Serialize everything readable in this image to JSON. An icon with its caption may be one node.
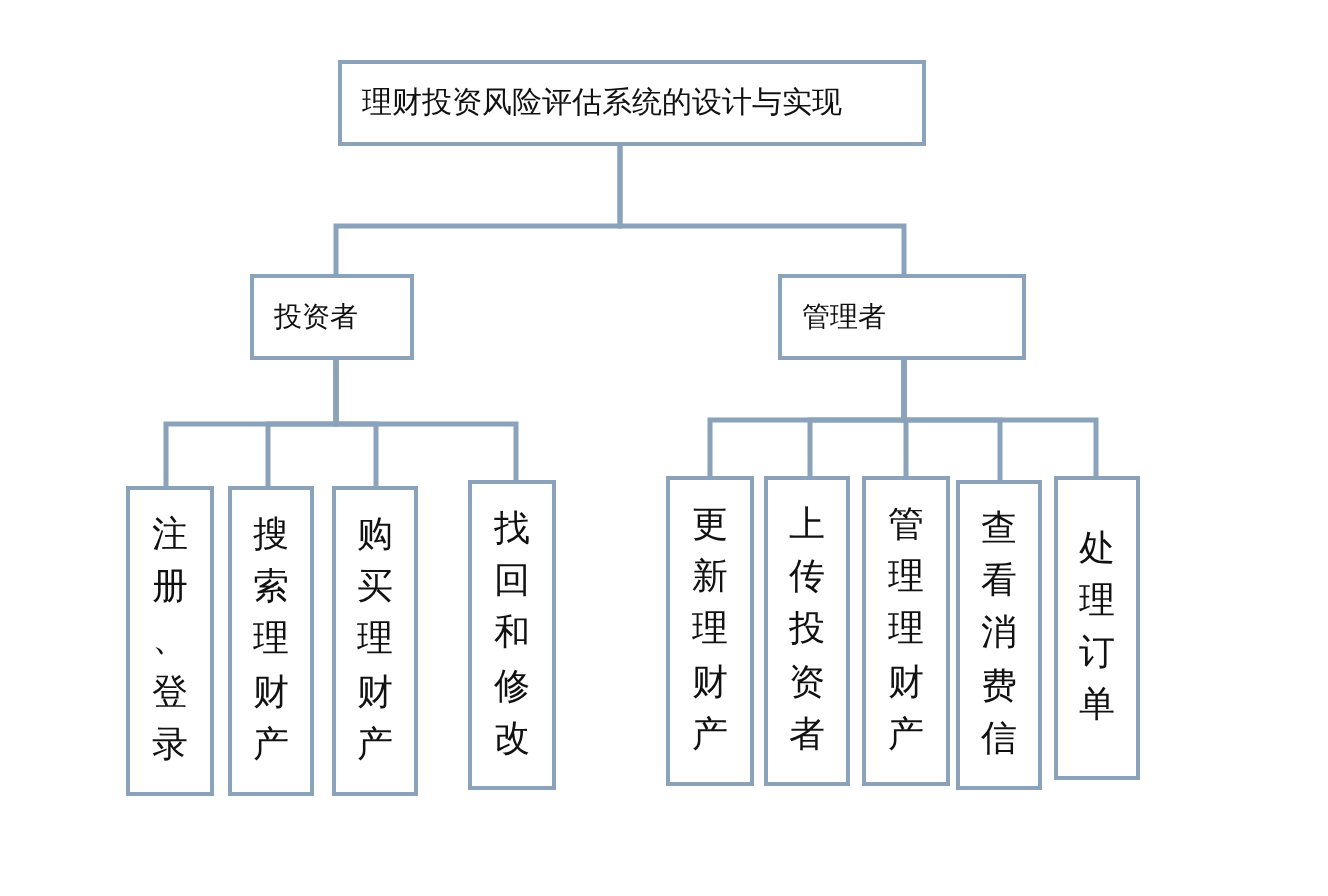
{
  "diagram": {
    "nodes": [
      {
        "text": [
          "理财投资风险评估系统的设计与实现"
        ]
      },
      {
        "text": [
          "投资者"
        ]
      },
      {
        "text": [
          "管理者"
        ]
      },
      {
        "text": [
          "注册、登录"
        ]
      },
      {
        "text": [
          "搜索理财产"
        ]
      },
      {
        "text": [
          "购买理财产"
        ]
      },
      {
        "text": [
          "找回和修改"
        ]
      },
      {
        "text": [
          "更新理财产"
        ]
      },
      {
        "text": [
          "上传投资者"
        ]
      },
      {
        "text": [
          "管理理财产"
        ]
      },
      {
        "text": [
          "查看消费信"
        ]
      },
      {
        "text": [
          "处理订单"
        ]
      }
    ],
    "edges": [
      {
        "from": 0,
        "to": 1,
        "arrow": "none"
      },
      {
        "from": 0,
        "to": 2,
        "arrow": "none"
      },
      {
        "from": 1,
        "to": 3,
        "arrow": "none"
      },
      {
        "from": 1,
        "to": 4,
        "arrow": "none"
      },
      {
        "from": 1,
        "to": 5,
        "arrow": "none"
      },
      {
        "from": 1,
        "to": 6,
        "arrow": "none"
      },
      {
        "from": 2,
        "to": 7,
        "arrow": "none"
      },
      {
        "from": 2,
        "to": 8,
        "arrow": "none"
      },
      {
        "from": 2,
        "to": 9,
        "arrow": "none"
      },
      {
        "from": 2,
        "to": 10,
        "arrow": "none"
      },
      {
        "from": 2,
        "to": 11,
        "arrow": "none"
      }
    ]
  }
}
